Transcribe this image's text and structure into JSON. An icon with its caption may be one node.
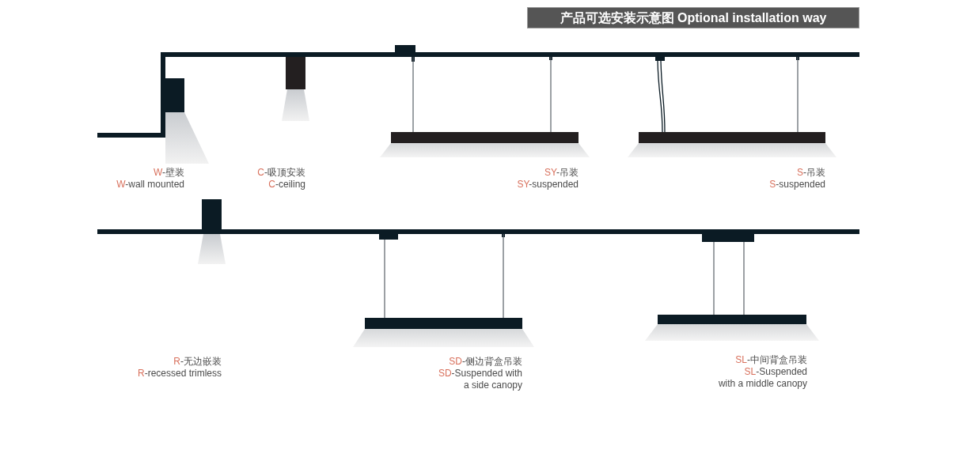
{
  "diagram": {
    "title": "产品可选安装示意图 Optional installation way",
    "labels": [
      "W-壁装",
      "W-wall mounted",
      "C-吸顶安装",
      "C-ceiling",
      "SY-吊装",
      "SY-suspended",
      "S-吊装",
      "S-suspended",
      "R-无边嵌装",
      "R-recessed trimless",
      "SD-侧边背盒吊装",
      "SD-Suspended with a side canopy",
      "SL-中间背盒吊装",
      "SL-Suspended with a middle canopy"
    ]
  }
}
